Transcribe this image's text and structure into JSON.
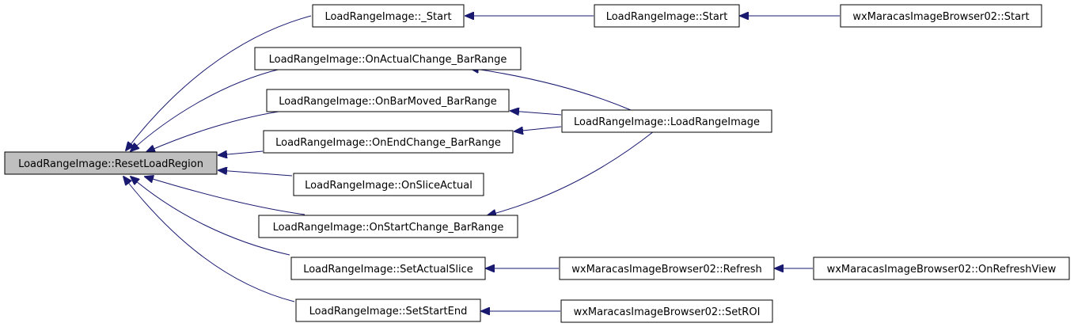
{
  "colors": {
    "edge": "#191970",
    "highlight_fill": "#bfbfbf",
    "node_fill": "#ffffff",
    "node_border": "#000000"
  },
  "nodes": [
    {
      "id": "reset",
      "label": "LoadRangeImage::ResetLoadRegion",
      "highlight": true
    },
    {
      "id": "start_",
      "label": "LoadRangeImage::_Start"
    },
    {
      "id": "onactual",
      "label": "LoadRangeImage::OnActualChange_BarRange"
    },
    {
      "id": "onbarmoved",
      "label": "LoadRangeImage::OnBarMoved_BarRange"
    },
    {
      "id": "onend",
      "label": "LoadRangeImage::OnEndChange_BarRange"
    },
    {
      "id": "onslice",
      "label": "LoadRangeImage::OnSliceActual"
    },
    {
      "id": "onstartchange",
      "label": "LoadRangeImage::OnStartChange_BarRange"
    },
    {
      "id": "setactual",
      "label": "LoadRangeImage::SetActualSlice"
    },
    {
      "id": "setstartend",
      "label": "LoadRangeImage::SetStartEnd"
    },
    {
      "id": "lri_start",
      "label": "LoadRangeImage::Start"
    },
    {
      "id": "lri_ctor",
      "label": "LoadRangeImage::LoadRangeImage"
    },
    {
      "id": "wx_refresh",
      "label": "wxMaracasImageBrowser02::Refresh"
    },
    {
      "id": "wx_setroi",
      "label": "wxMaracasImageBrowser02::SetROI"
    },
    {
      "id": "wx_start",
      "label": "wxMaracasImageBrowser02::Start"
    },
    {
      "id": "wx_onrefresh",
      "label": "wxMaracasImageBrowser02::OnRefreshView"
    }
  ],
  "edges": [
    {
      "from": "start_",
      "to": "reset"
    },
    {
      "from": "onactual",
      "to": "reset"
    },
    {
      "from": "onbarmoved",
      "to": "reset"
    },
    {
      "from": "onend",
      "to": "reset"
    },
    {
      "from": "onslice",
      "to": "reset"
    },
    {
      "from": "onstartchange",
      "to": "reset"
    },
    {
      "from": "setactual",
      "to": "reset"
    },
    {
      "from": "setstartend",
      "to": "reset"
    },
    {
      "from": "lri_start",
      "to": "start_"
    },
    {
      "from": "wx_start",
      "to": "lri_start"
    },
    {
      "from": "lri_ctor",
      "to": "onactual"
    },
    {
      "from": "lri_ctor",
      "to": "onbarmoved"
    },
    {
      "from": "lri_ctor",
      "to": "onend"
    },
    {
      "from": "lri_ctor",
      "to": "onstartchange"
    },
    {
      "from": "wx_refresh",
      "to": "setactual"
    },
    {
      "from": "wx_onrefresh",
      "to": "wx_refresh"
    },
    {
      "from": "wx_setroi",
      "to": "setstartend"
    }
  ]
}
